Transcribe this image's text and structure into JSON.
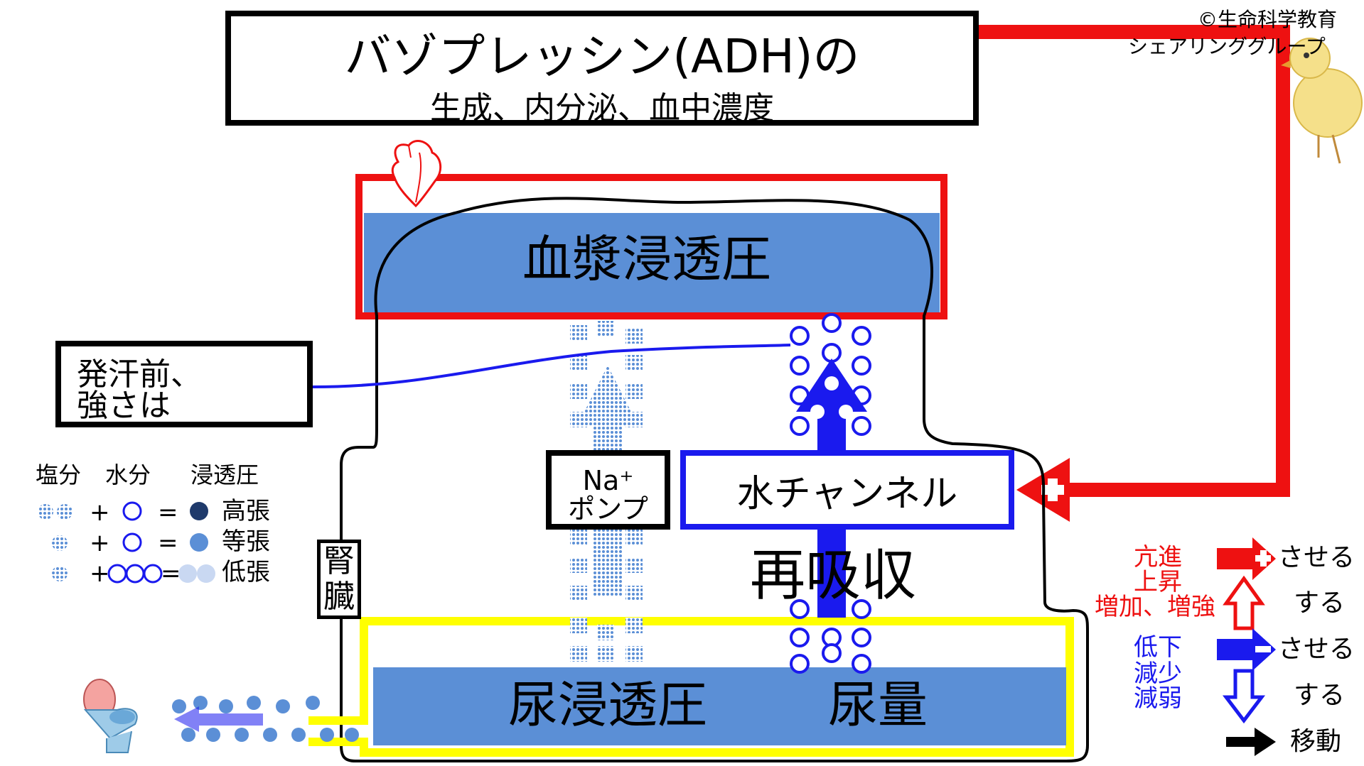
{
  "copyright": {
    "line1": "©生命科学教育",
    "line2": "シェアリンググループ"
  },
  "title": {
    "line1": "バゾプレッシン(ADH)の",
    "line2": "生成、内分泌、血中濃度"
  },
  "plasma": {
    "label": "血漿浸透圧"
  },
  "sweat_box": {
    "line1": "発汗前、",
    "line2": "強さは"
  },
  "pump": {
    "line1": "Na⁺",
    "line2": "ポンプ"
  },
  "water_channel": {
    "label": "水チャンネル"
  },
  "reabsorption": {
    "label": "再吸収"
  },
  "kidney": {
    "char1": "腎",
    "char2": "臓"
  },
  "urine": {
    "osmotic": "尿浸透圧",
    "volume": "尿量"
  },
  "legend_left": {
    "header_salt": "塩分",
    "header_water": "水分",
    "header_osm": "浸透圧",
    "plus": "+",
    "equals": "=",
    "row1_label": "高張",
    "row2_label": "等張",
    "row3_label": "低張"
  },
  "legend_right": {
    "up_words": [
      "亢進",
      "上昇",
      "増加、増強"
    ],
    "down_words": [
      "低下",
      "減少",
      "減弱"
    ],
    "promote": "させる",
    "do": "する",
    "reduce": "させる",
    "do2": "する",
    "move": "移動"
  },
  "icons": {
    "heart": "heart-icon",
    "chick": "chick-icon",
    "toilet": "toilet-icon"
  },
  "colors": {
    "red": "#ee1111",
    "blue": "#1a1aee",
    "plasma_fill": "#5b8fd6",
    "yellow": "#ffff00",
    "hyper_dot": "#1f3a6b",
    "iso_dot": "#5b8fd6",
    "hypo_dot": "#c9d8f2"
  }
}
